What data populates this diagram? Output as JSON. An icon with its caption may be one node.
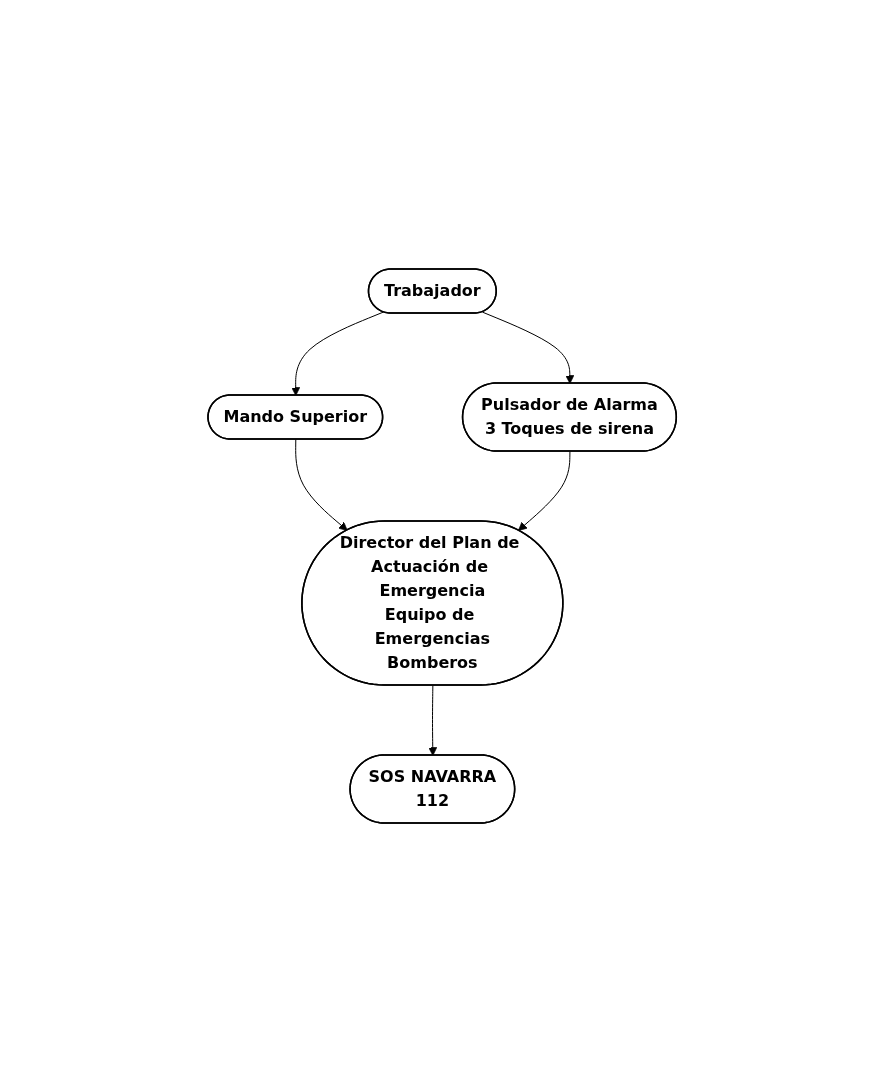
{
  "diagram": {
    "nodes": [
      {
        "text": [
          "Trabajador"
        ]
      },
      {
        "text": [
          "Mando Superior"
        ]
      },
      {
        "text": [
          "Pulsador de Alarma",
          "3 Toques de sirena"
        ]
      },
      {
        "text": [
          "Director del Plan de Actuación de Emergencia",
          "Equipo de Emergencias",
          "Bomberos"
        ]
      },
      {
        "text": [
          "SOS NAVARRA",
          "112"
        ]
      }
    ],
    "edges": [
      {
        "from": 0,
        "to": 1,
        "arrow": "to"
      },
      {
        "from": 0,
        "to": 2,
        "arrow": "to"
      },
      {
        "from": 1,
        "to": 3,
        "arrow": "to"
      },
      {
        "from": 2,
        "to": 3,
        "arrow": "to"
      },
      {
        "from": 3,
        "to": 4,
        "arrow": "to"
      }
    ]
  }
}
